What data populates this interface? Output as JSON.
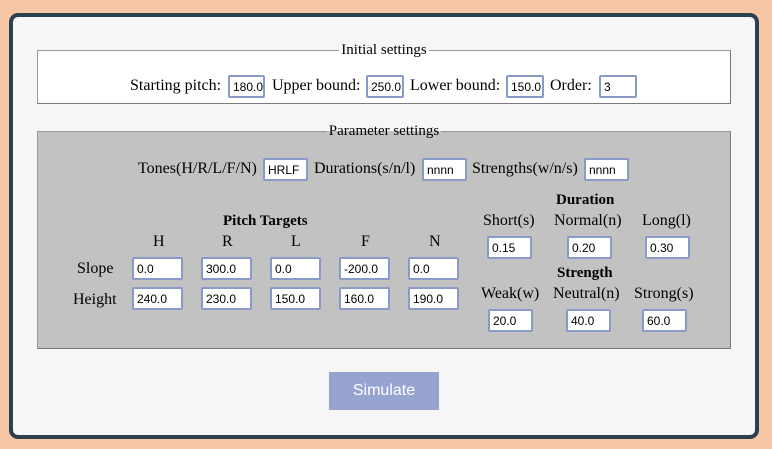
{
  "initial": {
    "legend": "Initial settings",
    "starting_pitch_label": "Starting pitch:",
    "starting_pitch_value": "180.0",
    "upper_bound_label": "Upper bound:",
    "upper_bound_value": "250.0",
    "lower_bound_label": "Lower bound:",
    "lower_bound_value": "150.0",
    "order_label": "Order:",
    "order_value": "3"
  },
  "params": {
    "legend": "Parameter settings",
    "tones_label": "Tones(H/R/L/F/N)",
    "tones_value": "HRLF",
    "durations_label": "Durations(s/n/l)",
    "durations_value": "nnnn",
    "strengths_label": "Strengths(w/n/s)",
    "strengths_value": "nnnn",
    "pitch_targets": {
      "title": "Pitch Targets",
      "columns": [
        "H",
        "R",
        "L",
        "F",
        "N"
      ],
      "slope_label": "Slope",
      "height_label": "Height",
      "slope_values": [
        "0.0",
        "300.0",
        "0.0",
        "-200.0",
        "0.0"
      ],
      "height_values": [
        "240.0",
        "230.0",
        "150.0",
        "160.0",
        "190.0"
      ]
    },
    "duration": {
      "title": "Duration",
      "labels": [
        "Short(s)",
        "Normal(n)",
        "Long(l)"
      ],
      "values": [
        "0.15",
        "0.20",
        "0.30"
      ]
    },
    "strength": {
      "title": "Strength",
      "labels": [
        "Weak(w)",
        "Neutral(n)",
        "Strong(s)"
      ],
      "values": [
        "20.0",
        "40.0",
        "60.0"
      ]
    }
  },
  "simulate_label": "Simulate"
}
